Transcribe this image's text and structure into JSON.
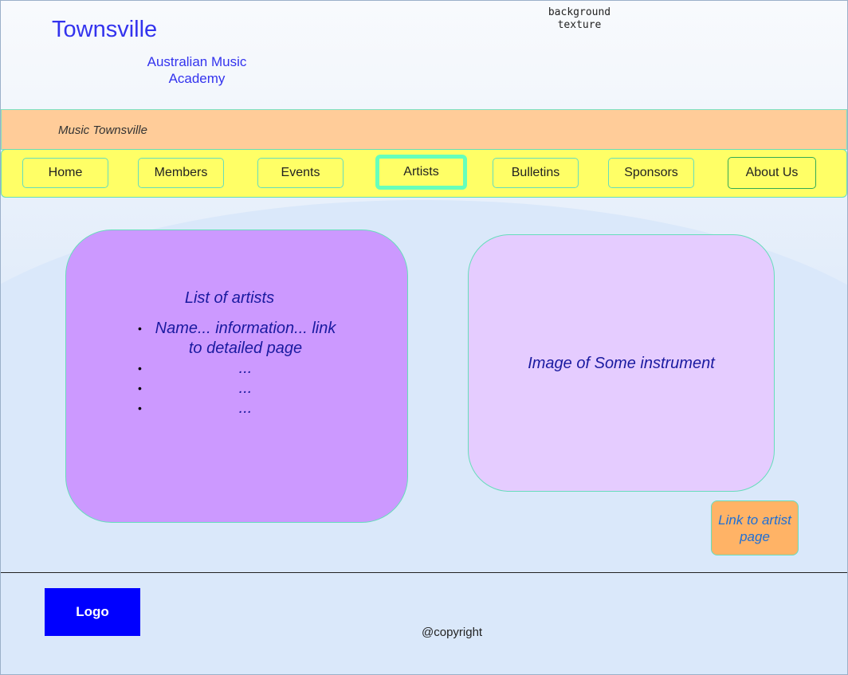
{
  "header": {
    "title": "Townsville",
    "subtitle": "Australian Music Academy",
    "texture_note": "background texture"
  },
  "banner": {
    "text": "Music Townsville",
    "color": "#ffcc99"
  },
  "nav": {
    "active": "Artists",
    "items": [
      {
        "label": "Home"
      },
      {
        "label": "Members"
      },
      {
        "label": "Events"
      },
      {
        "label": "Artists"
      },
      {
        "label": "Bulletins"
      },
      {
        "label": "Sponsors"
      },
      {
        "label": "About Us"
      }
    ]
  },
  "artists_card": {
    "title": "List of artists",
    "items": [
      "Name... information... link to detailed page",
      "...",
      "...",
      "..."
    ]
  },
  "image_card": {
    "caption": "Image of Some instrument"
  },
  "artist_link": {
    "label": "Link to artist page"
  },
  "footer": {
    "logo": "Logo",
    "copyright": "@copyright"
  },
  "colors": {
    "nav_bg": "#ffff66",
    "artists_card_bg": "#cc99ff",
    "image_card_bg": "#e5ccff",
    "link_bg": "#ffb366",
    "logo_bg": "#0000ff"
  }
}
